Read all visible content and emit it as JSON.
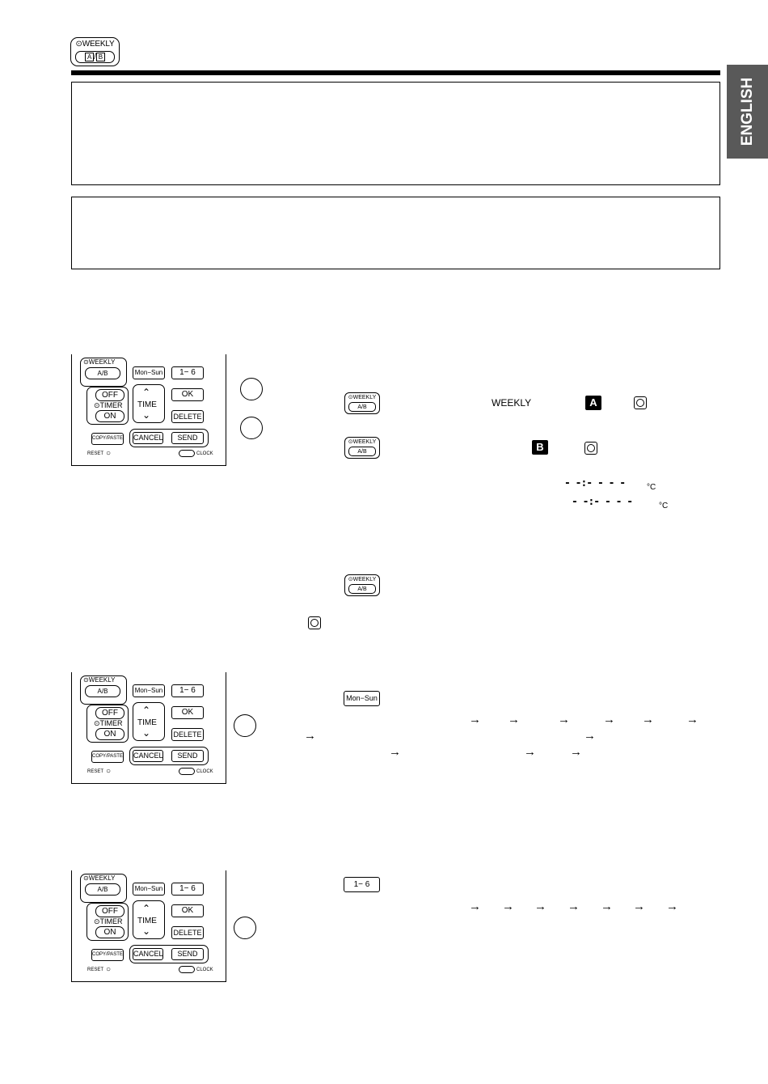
{
  "header": {
    "weekly_label": "⊙WEEKLY",
    "ab_a": "A",
    "ab_sep": "/",
    "ab_b": "B"
  },
  "side_tab": {
    "label": "ENGLISH"
  },
  "remote": {
    "weekly": "⊙WEEKLY",
    "mon_sun": "Mon−Sun",
    "one_six": "1− 6",
    "ok": "OK",
    "off": "OFF",
    "timer": "⊙TIMER",
    "on": "ON",
    "time": "TIME",
    "delete": "DELETE",
    "copy_paste": "COPY/PASTE",
    "cancel": "CANCEL",
    "send": "SEND",
    "reset": "RESET",
    "clock": "CLOCK"
  },
  "section1": {
    "weekly_text": "WEEKLY",
    "badge_a": "A",
    "badge_b": "B",
    "display1": "- -:- -   - -",
    "display1_unit": "°C",
    "display2": "- -:- -   - -",
    "display2_unit": "°C"
  },
  "section3": {
    "key_label": "Mon−Sun"
  },
  "section4": {
    "key_label": "1− 6"
  },
  "icons": {
    "arrow": "→",
    "dot": "·"
  }
}
